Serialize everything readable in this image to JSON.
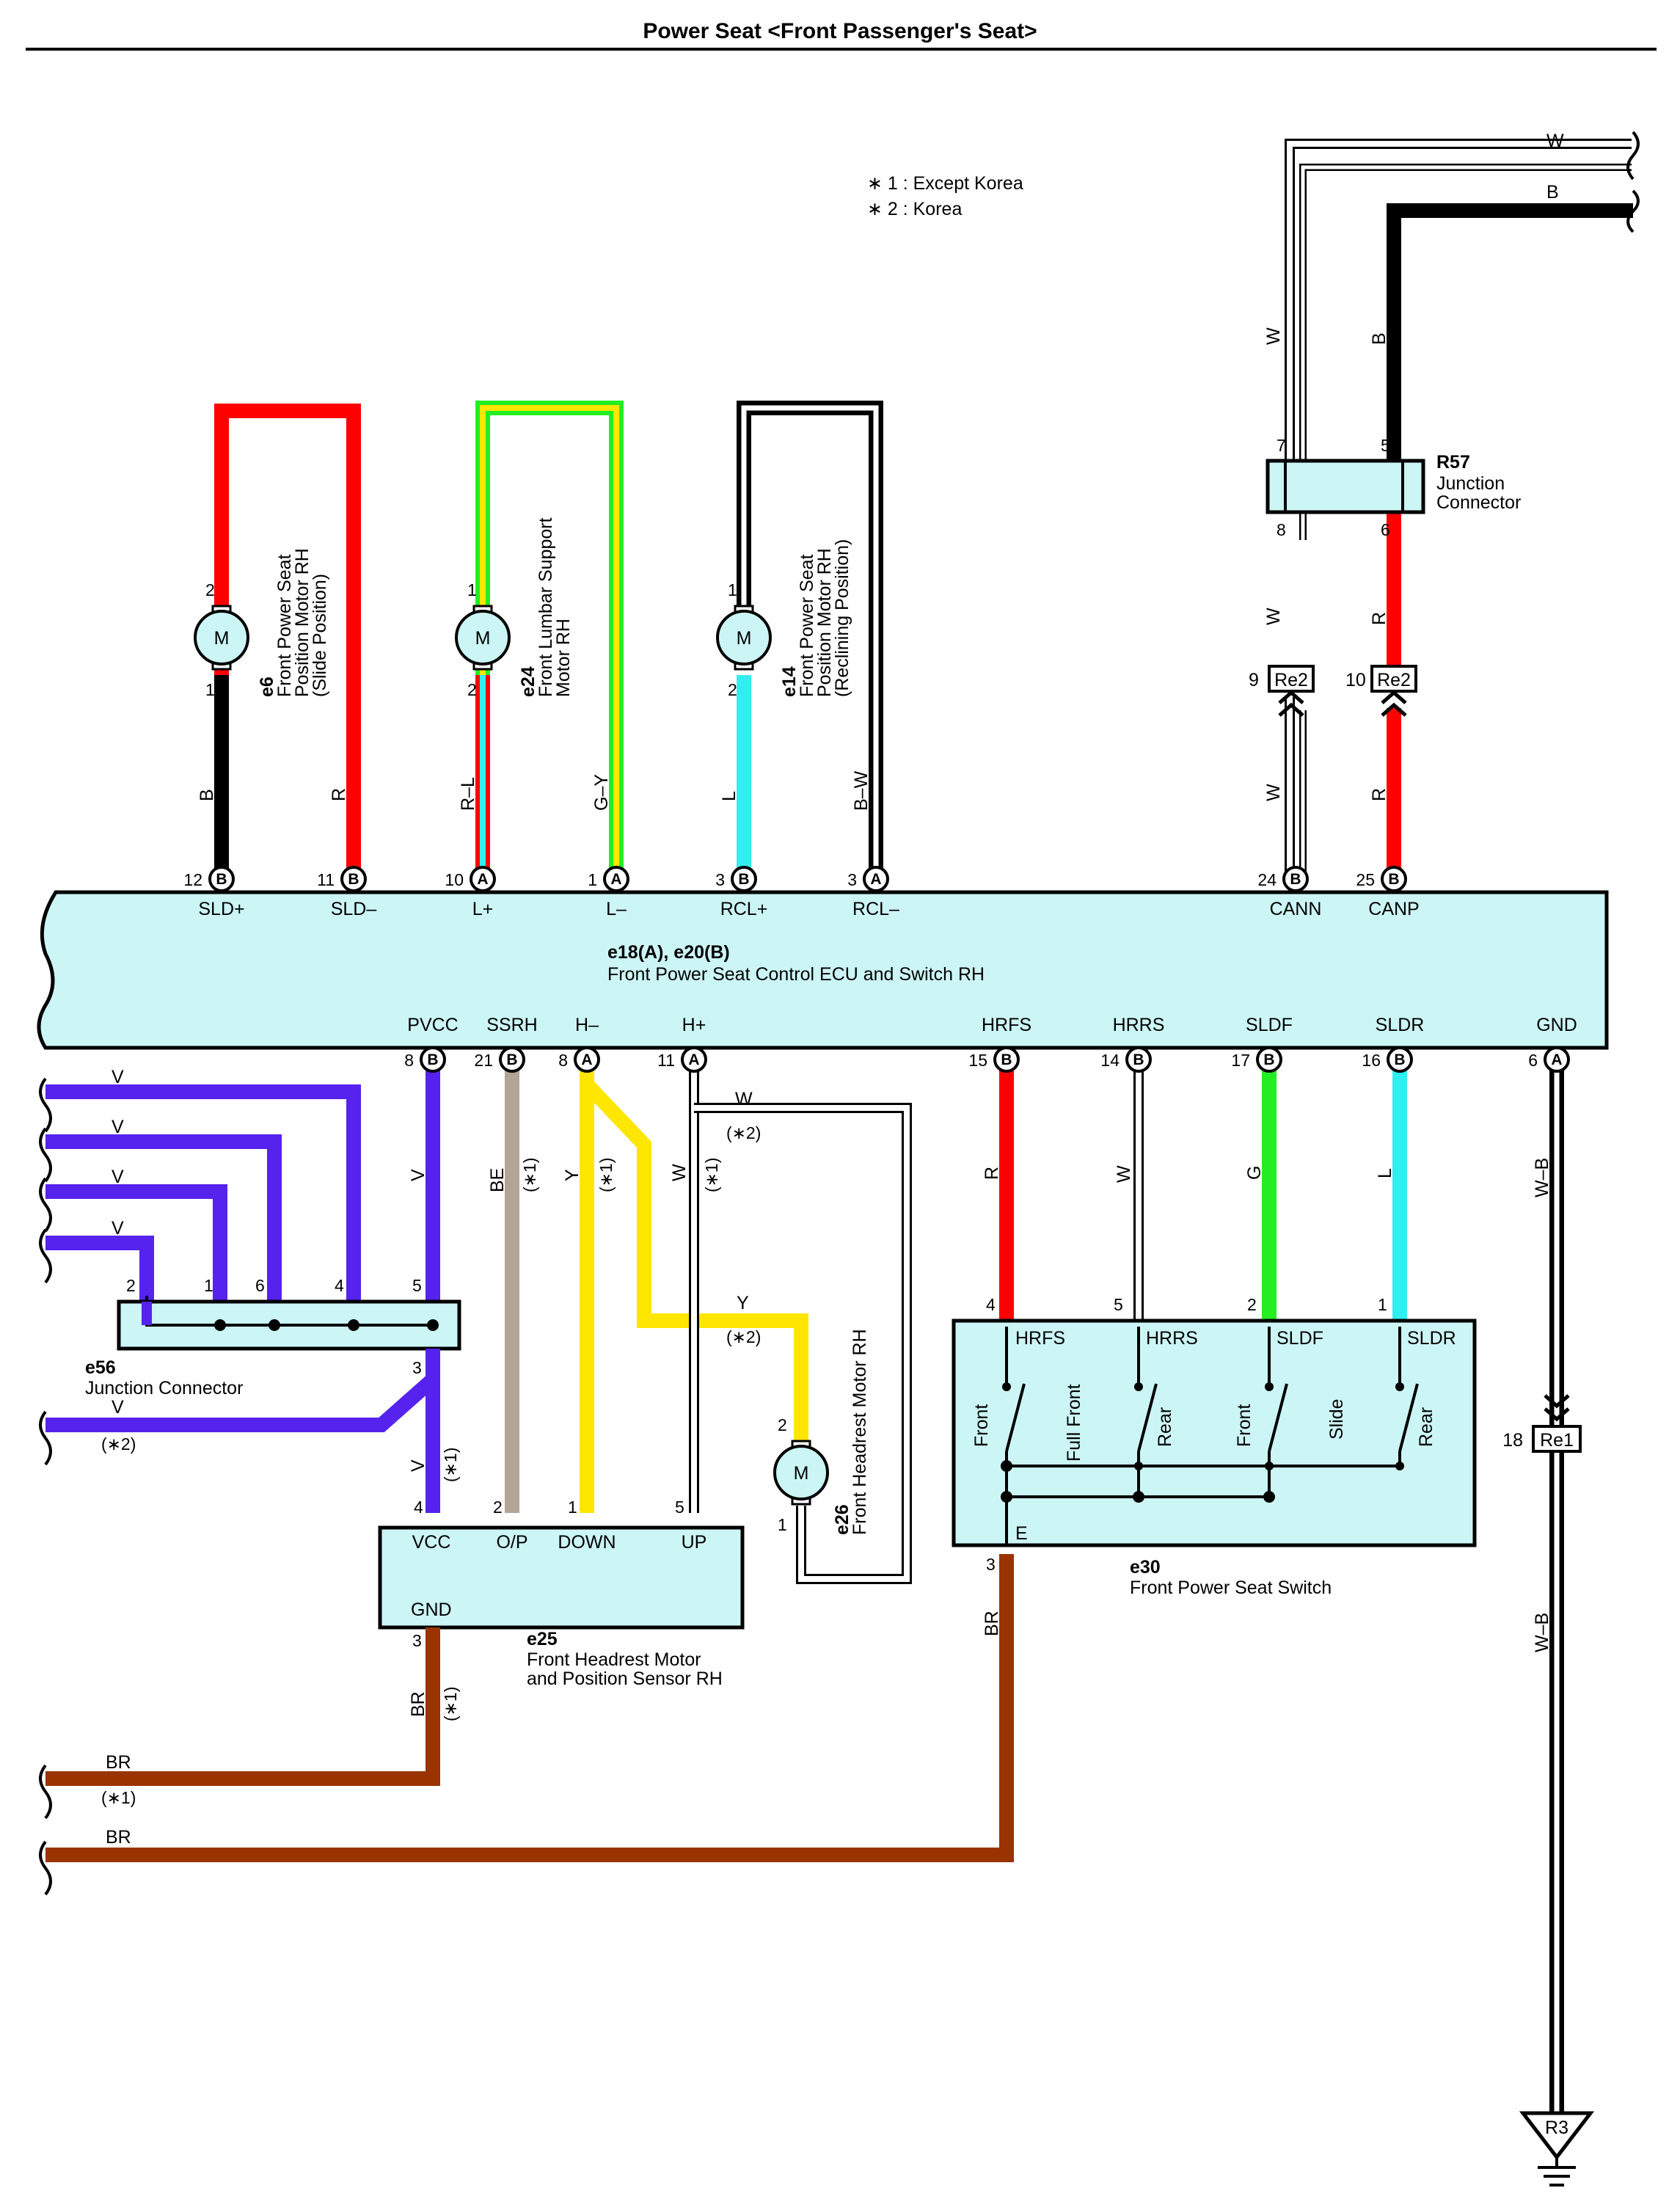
{
  "title": "Power Seat <Front Passenger's Seat>",
  "notes": [
    "∗ 1 : Except Korea",
    "∗ 2 : Korea"
  ],
  "colors": {
    "red": "#ff0000",
    "black": "#000000",
    "cyan": "#33eeee",
    "yellow": "#ffe600",
    "green": "#22ee22",
    "violet": "#5522ee",
    "brown": "#993300",
    "tan": "#b3a496",
    "white_wire": "#ffffff",
    "panel": "#ccf5f5"
  },
  "ecu": {
    "name": "e18(A), e20(B)",
    "desc": "Front Power Seat Control ECU and Switch RH",
    "top_pins": [
      {
        "num": "12",
        "conn": "B",
        "sig": "SLD+"
      },
      {
        "num": "11",
        "conn": "B",
        "sig": "SLD–"
      },
      {
        "num": "10",
        "conn": "A",
        "sig": "L+"
      },
      {
        "num": "1",
        "conn": "A",
        "sig": "L–"
      },
      {
        "num": "3",
        "conn": "B",
        "sig": "RCL+"
      },
      {
        "num": "3",
        "conn": "A",
        "sig": "RCL–"
      },
      {
        "num": "24",
        "conn": "B",
        "sig": "CANN"
      },
      {
        "num": "25",
        "conn": "B",
        "sig": "CANP"
      }
    ],
    "bottom_pins": [
      {
        "num": "8",
        "conn": "B",
        "sig": "PVCC"
      },
      {
        "num": "21",
        "conn": "B",
        "sig": "SSRH"
      },
      {
        "num": "8",
        "conn": "A",
        "sig": "H–"
      },
      {
        "num": "11",
        "conn": "A",
        "sig": "H+"
      },
      {
        "num": "15",
        "conn": "B",
        "sig": "HRFS"
      },
      {
        "num": "14",
        "conn": "B",
        "sig": "HRRS"
      },
      {
        "num": "17",
        "conn": "B",
        "sig": "SLDF"
      },
      {
        "num": "16",
        "conn": "B",
        "sig": "SLDR"
      },
      {
        "num": "6",
        "conn": "A",
        "sig": "GND"
      }
    ]
  },
  "motors": [
    {
      "id": "e6",
      "lines": [
        "Front Power Seat",
        "Position Motor RH",
        "(Slide Position)"
      ],
      "pin_top": "2",
      "pin_bottom": "1",
      "wire_left": "B",
      "wire_right": "R"
    },
    {
      "id": "e24",
      "lines": [
        "Front Lumbar Support",
        "Motor RH"
      ],
      "pin_top": "1",
      "pin_bottom": "2",
      "wire_left": "R–L",
      "wire_right": "G–Y"
    },
    {
      "id": "e14",
      "lines": [
        "Front Power Seat",
        "Position Motor RH",
        "(Reclining Position)"
      ],
      "pin_top": "1",
      "pin_bottom": "2",
      "wire_left": "L",
      "wire_right": "B–W"
    }
  ],
  "r57": {
    "id": "R57",
    "lines": [
      "Junction",
      "Connector"
    ],
    "pins": [
      "7",
      "5",
      "8",
      "6"
    ]
  },
  "re2": {
    "label": "Re2",
    "pins": [
      "9",
      "10"
    ]
  },
  "re1": {
    "label": "Re1",
    "pin": "18"
  },
  "r3": "R3",
  "e56": {
    "id": "e56",
    "name": "Junction Connector",
    "pins": [
      "2",
      "1",
      "6",
      "4",
      "5",
      "3"
    ]
  },
  "e25": {
    "id": "e25",
    "lines": [
      "Front Headrest Motor",
      "and Position Sensor RH"
    ],
    "terms": [
      "VCC",
      "O/P",
      "DOWN",
      "UP",
      "GND"
    ],
    "pins": [
      "4",
      "2",
      "1",
      "5",
      "3"
    ]
  },
  "e26": {
    "id": "e26",
    "name": "Front Headrest Motor RH",
    "pins": [
      "2",
      "1"
    ]
  },
  "e30": {
    "id": "e30",
    "name": "Front Power Seat Switch",
    "terms": [
      "HRFS",
      "HRRS",
      "SLDF",
      "SLDR"
    ],
    "pins": [
      "4",
      "5",
      "2",
      "1",
      "3"
    ],
    "e_label": "E",
    "switch_labels": [
      "Front",
      "Full Front",
      "Rear",
      "Front",
      "Slide",
      "Rear"
    ]
  },
  "wires": {
    "w": "W",
    "b": "B",
    "r": "R",
    "v": "V",
    "be": "BE",
    "y": "Y",
    "g": "G",
    "l": "L",
    "wb": "W–B",
    "br": "BR",
    "n1": "(∗1)",
    "n2": "(∗2)",
    "m": "M"
  }
}
